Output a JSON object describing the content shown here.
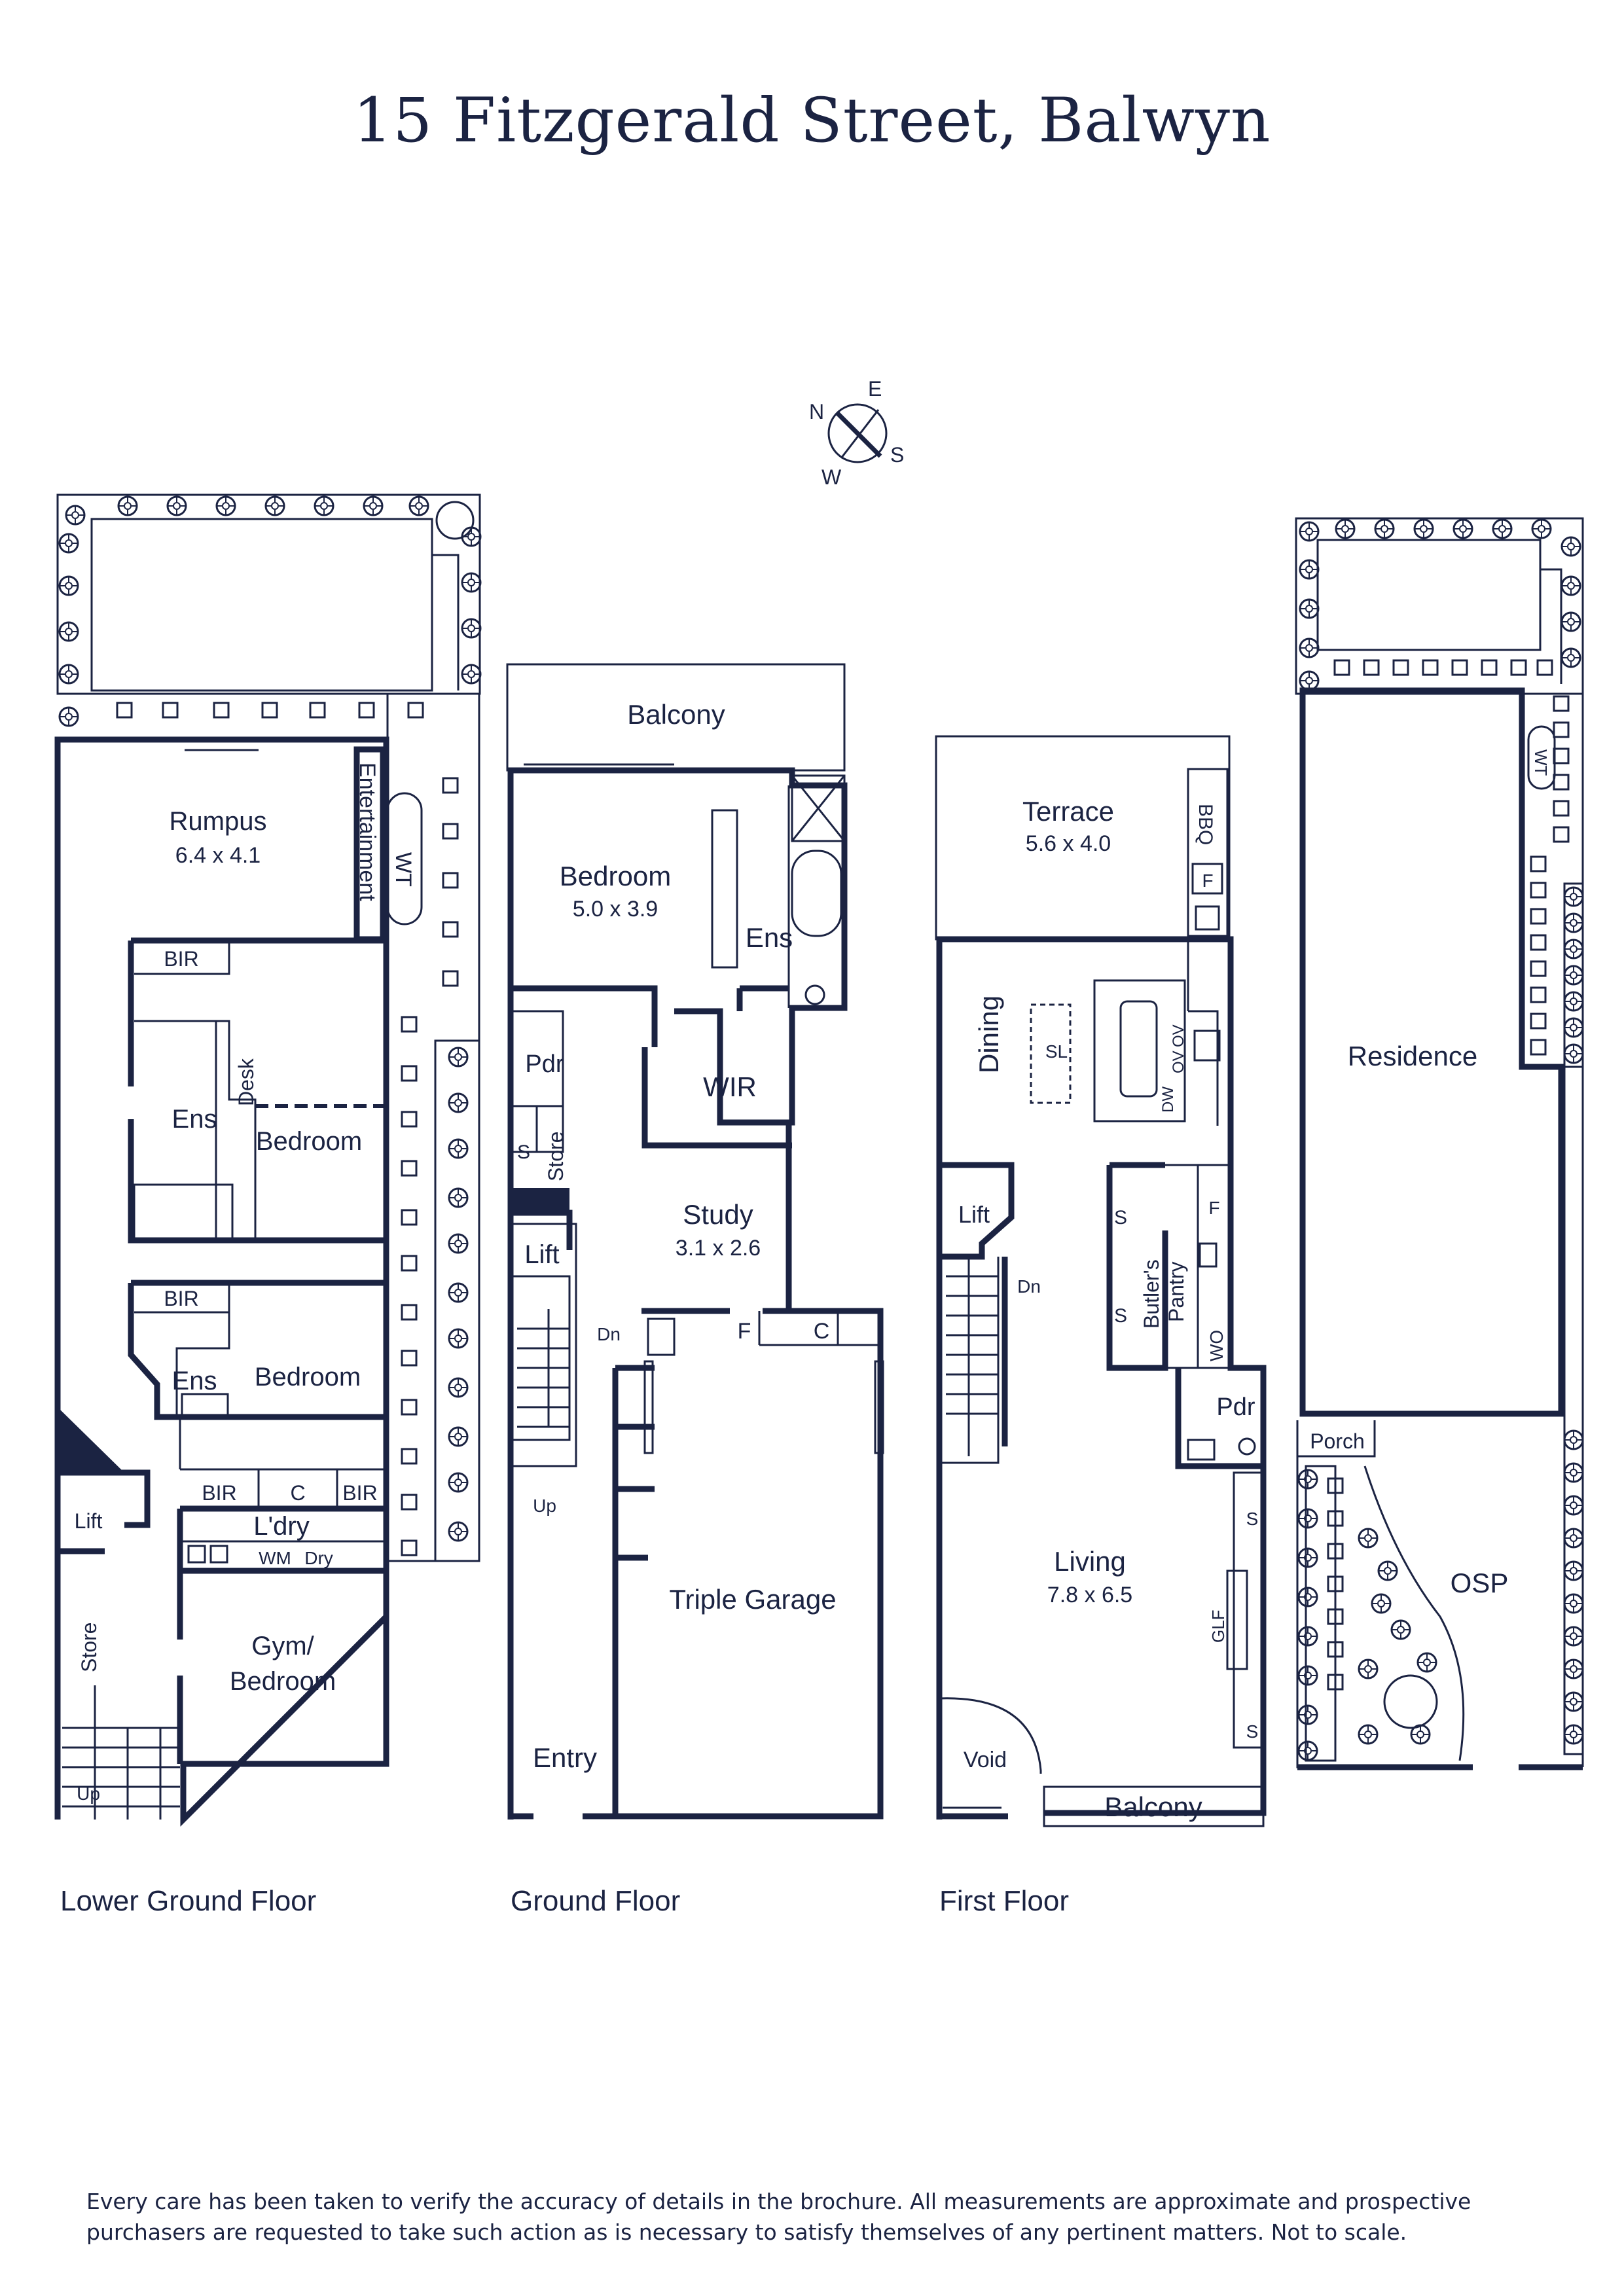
{
  "title": "15 Fitzgerald Street, Balwyn",
  "compass": {
    "n": "N",
    "e": "E",
    "s": "S",
    "w": "W"
  },
  "floors": {
    "lower": {
      "label": "Lower Ground Floor",
      "rumpus": "Rumpus",
      "rumpus_dim": "6.4 x 4.1",
      "entertainment": "Entertainment",
      "wt": "WT",
      "bir": "BIR",
      "desk": "Desk",
      "ens": "Ens",
      "bedroom": "Bedroom",
      "c": "C",
      "ldry": "L'dry",
      "wm": "WM",
      "dry": "Dry",
      "lift": "Lift",
      "store": "Store",
      "up": "Up",
      "gym": "Gym/",
      "gym2": "Bedroom"
    },
    "ground": {
      "label": "Ground Floor",
      "balcony": "Balcony",
      "bedroom": "Bedroom",
      "bedroom_dim": "5.0 x 3.9",
      "ens": "Ens",
      "wir": "WIR",
      "pdr": "Pdr",
      "s": "S",
      "store": "Store",
      "lift": "Lift",
      "dn": "Dn",
      "up": "Up",
      "study": "Study",
      "study_dim": "3.1 x 2.6",
      "f": "F",
      "c": "C",
      "garage": "Triple Garage",
      "entry": "Entry"
    },
    "first": {
      "label": "First Floor",
      "terrace": "Terrace",
      "terrace_dim": "5.6 x 4.0",
      "bbq": "BBQ",
      "f": "F",
      "dining": "Dining",
      "sl": "SL",
      "ov": "OV",
      "ov2": "OV",
      "dw": "DW",
      "lift": "Lift",
      "dn": "Dn",
      "s": "S",
      "butlers": "Butler's",
      "pantry": "Pantry",
      "wo": "WO",
      "pdr": "Pdr",
      "living": "Living",
      "living_dim": "7.8 x 6.5",
      "glf": "GLF",
      "void": "Void",
      "balcony": "Balcony"
    },
    "site": {
      "residence": "Residence",
      "wt": "WT",
      "porch": "Porch",
      "osp": "OSP"
    }
  },
  "disclaimer_1": "Every care has been taken to verify the accuracy of details in the brochure. All measurements are approximate and prospective",
  "disclaimer_2": "purchasers are requested to take such action as is necessary to satisfy themselves of any pertinent matters. Not to scale.",
  "colors": {
    "ink": "#1b2342",
    "background": "#ffffff"
  }
}
